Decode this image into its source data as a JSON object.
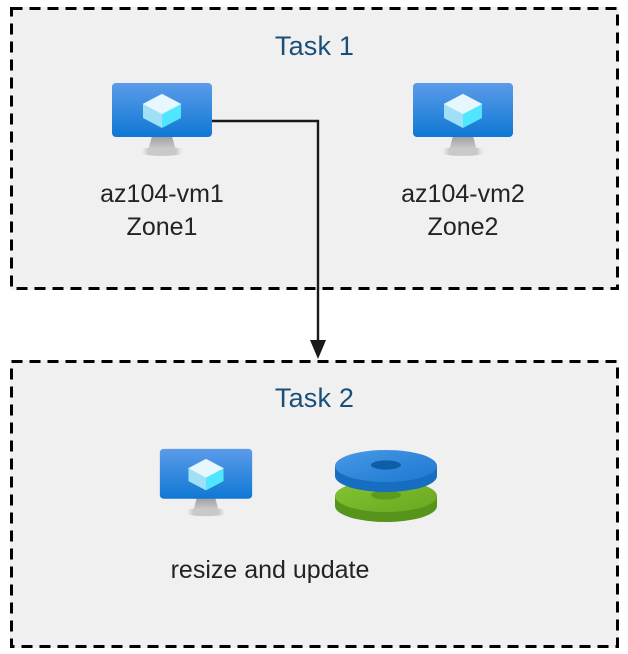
{
  "diagram": {
    "title": "Azure VM tasks diagram",
    "background_color": "#ffffff",
    "box_fill_color": "#f0f0f0",
    "box_border_color": "#000000",
    "title_color": "#1a4f7a",
    "label_color": "#232323",
    "groups": [
      {
        "id": "task1",
        "title": "Task 1",
        "nodes": [
          {
            "id": "vm1",
            "icon": "virtual-machine-icon",
            "label": "az104-vm1\nZone1"
          },
          {
            "id": "vm2",
            "icon": "virtual-machine-icon",
            "label": "az104-vm2\nZone2"
          }
        ]
      },
      {
        "id": "task2",
        "title": "Task 2",
        "nodes": [
          {
            "id": "vm3",
            "icon": "virtual-machine-icon",
            "label": ""
          },
          {
            "id": "disks",
            "icon": "managed-disks-icon",
            "label": ""
          }
        ],
        "caption": "resize and update"
      }
    ],
    "connector": {
      "from": "vm1",
      "to": "task2",
      "arrow": "down-arrow",
      "color": "#1a1a1a"
    },
    "icon_colors": {
      "vm_screen_top": "#5b9bea",
      "vm_screen_bottom": "#0f78d4",
      "vm_cube_light": "#d9f2fd",
      "vm_cube_cyan": "#50e6ff",
      "vm_stand": "#a8a8a8",
      "disk_blue_top": "#3c8fdc",
      "disk_blue_side": "#1a7bd4",
      "disk_green_top": "#7cbb2b",
      "disk_green_side": "#5c9a1e"
    }
  }
}
